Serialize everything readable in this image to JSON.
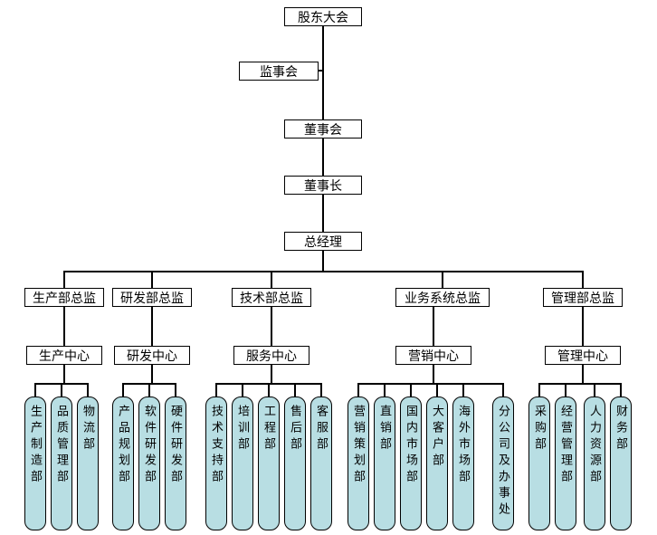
{
  "colors": {
    "line": "#000000",
    "box_bg": "#ffffff",
    "dept_fill": "#b8dee3",
    "text": "#000000"
  },
  "chain": [
    {
      "label": "股东大会"
    },
    {
      "label": "监事会"
    },
    {
      "label": "董事会"
    },
    {
      "label": "董事长"
    },
    {
      "label": "总经理"
    }
  ],
  "branches": [
    {
      "director": "生产部总监",
      "center": "生产中心",
      "departments": [
        "生产制造部",
        "品质管理部",
        "物流部"
      ]
    },
    {
      "director": "研发部总监",
      "center": "研发中心",
      "departments": [
        "产品规划部",
        "软件研发部",
        "硬件研发部"
      ]
    },
    {
      "director": "技术部总监",
      "center": "服务中心",
      "departments": [
        "技术支持部",
        "培训部",
        "工程部",
        "售后部",
        "客服部"
      ]
    },
    {
      "director": "业务系统总监",
      "center": "营销中心",
      "departments": [
        "营销策划部",
        "直销部",
        "国内市场部",
        "大客户部",
        "海外市场部",
        "分公司及办事处"
      ]
    },
    {
      "director": "管理部总监",
      "center": "管理中心",
      "departments": [
        "采购部",
        "经营管理部",
        "人力资源部",
        "财务部"
      ]
    }
  ]
}
